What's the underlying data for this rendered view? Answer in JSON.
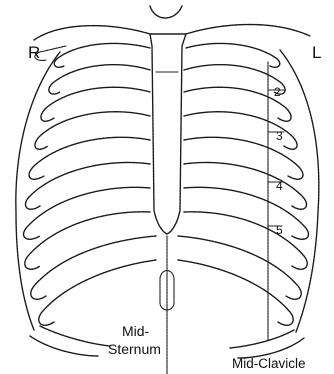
{
  "figure": {
    "side_right": "R",
    "side_left": "L",
    "rib_numbers": [
      "2",
      "3",
      "4",
      "5"
    ],
    "mid_sternum": {
      "line1": "Mid-",
      "line2": "Sternum"
    },
    "mid_clavicle": "Mid-Clavicle"
  },
  "colors": {
    "ink": "#1a1a1a",
    "background": "#ffffff"
  }
}
